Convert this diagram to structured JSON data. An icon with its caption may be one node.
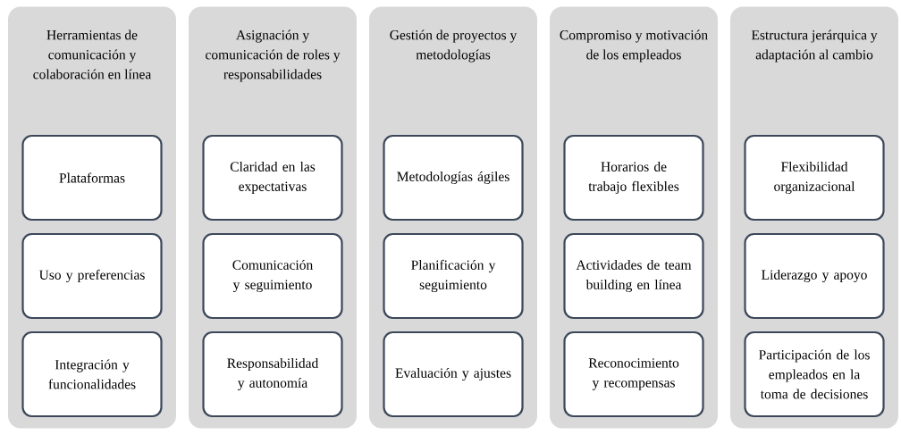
{
  "diagram": {
    "nodes": [
      {
        "text": [
          "Herramientas de comunicación y colaboración en línea"
        ]
      },
      {
        "text": [
          "Plataformas"
        ],
        "in": 0
      },
      {
        "text": [
          "Uso y preferencias"
        ],
        "in": 0
      },
      {
        "text": [
          "Integración y funcionalidades"
        ],
        "in": 0
      },
      {
        "text": [
          "Asignación y comunicación de roles y responsabilidades"
        ]
      },
      {
        "text": [
          "Claridad en las expectativas"
        ],
        "in": 4
      },
      {
        "text": [
          "Comunicación y seguimiento"
        ],
        "in": 4
      },
      {
        "text": [
          "Responsabilidad y autonomía"
        ],
        "in": 4
      },
      {
        "text": [
          "Gestión de proyectos y metodologías"
        ]
      },
      {
        "text": [
          "Metodologías ágiles"
        ],
        "in": 8
      },
      {
        "text": [
          "Planificación y seguimiento"
        ],
        "in": 8
      },
      {
        "text": [
          "Evaluación y ajustes"
        ],
        "in": 8
      },
      {
        "text": [
          "Compromiso y motivación de los empleados"
        ]
      },
      {
        "text": [
          "Horarios de trabajo flexibles"
        ],
        "in": 12
      },
      {
        "text": [
          "Actividades de team building en línea"
        ],
        "in": 12
      },
      {
        "text": [
          "Reconocimiento y recompensas"
        ],
        "in": 12
      },
      {
        "text": [
          "Estructura jerárquica y adaptación al cambio"
        ]
      },
      {
        "text": [
          "Flexibilidad organizacional"
        ],
        "in": 16
      },
      {
        "text": [
          "Liderazgo y apoyo"
        ],
        "in": 16
      },
      {
        "text": [
          "Participación de los empleados en la toma de decisiones"
        ],
        "in": 16
      }
    ],
    "edges": []
  }
}
